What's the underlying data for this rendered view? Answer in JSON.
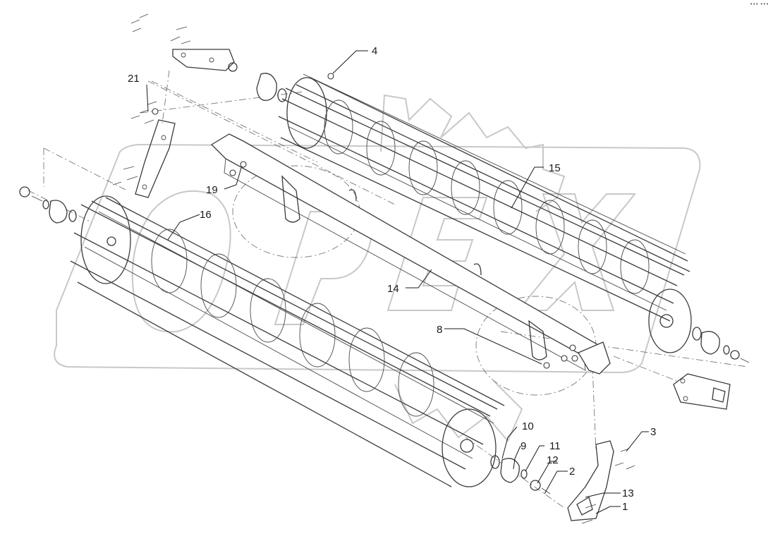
{
  "corner_text": "••• •••",
  "watermark": "OPEX",
  "callouts": {
    "c1": "1",
    "c2": "2",
    "c3": "3",
    "c4": "4",
    "c8": "8",
    "c9": "9",
    "c10": "10",
    "c11": "11",
    "c12": "12",
    "c13": "13",
    "c14": "14",
    "c15": "15",
    "c16": "16",
    "c19": "19",
    "c21": "21"
  }
}
